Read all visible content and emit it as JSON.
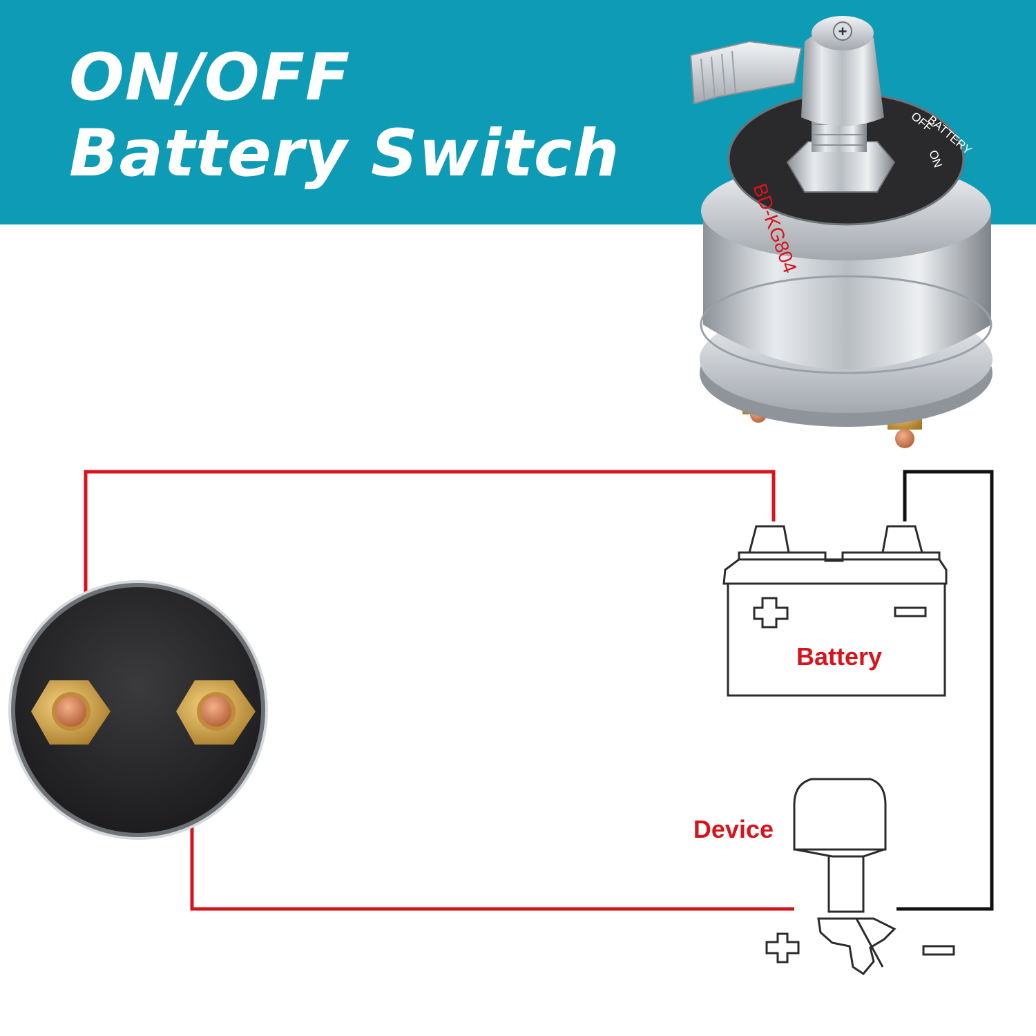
{
  "header": {
    "title_line1": "ON/OFF",
    "title_line2": "Battery Switch"
  },
  "product": {
    "model": "BD-KG804",
    "position_off": "OFF",
    "position_battery": "BATTERY",
    "position_on": "ON"
  },
  "diagram": {
    "battery_label": "Battery",
    "device_label": "Device",
    "plus_symbol": "+",
    "minus_symbol": "−"
  },
  "colors": {
    "banner": "#0e9bb5",
    "wire_positive": "#d7131b",
    "wire_negative": "#111111",
    "label_red": "#d7131b"
  }
}
